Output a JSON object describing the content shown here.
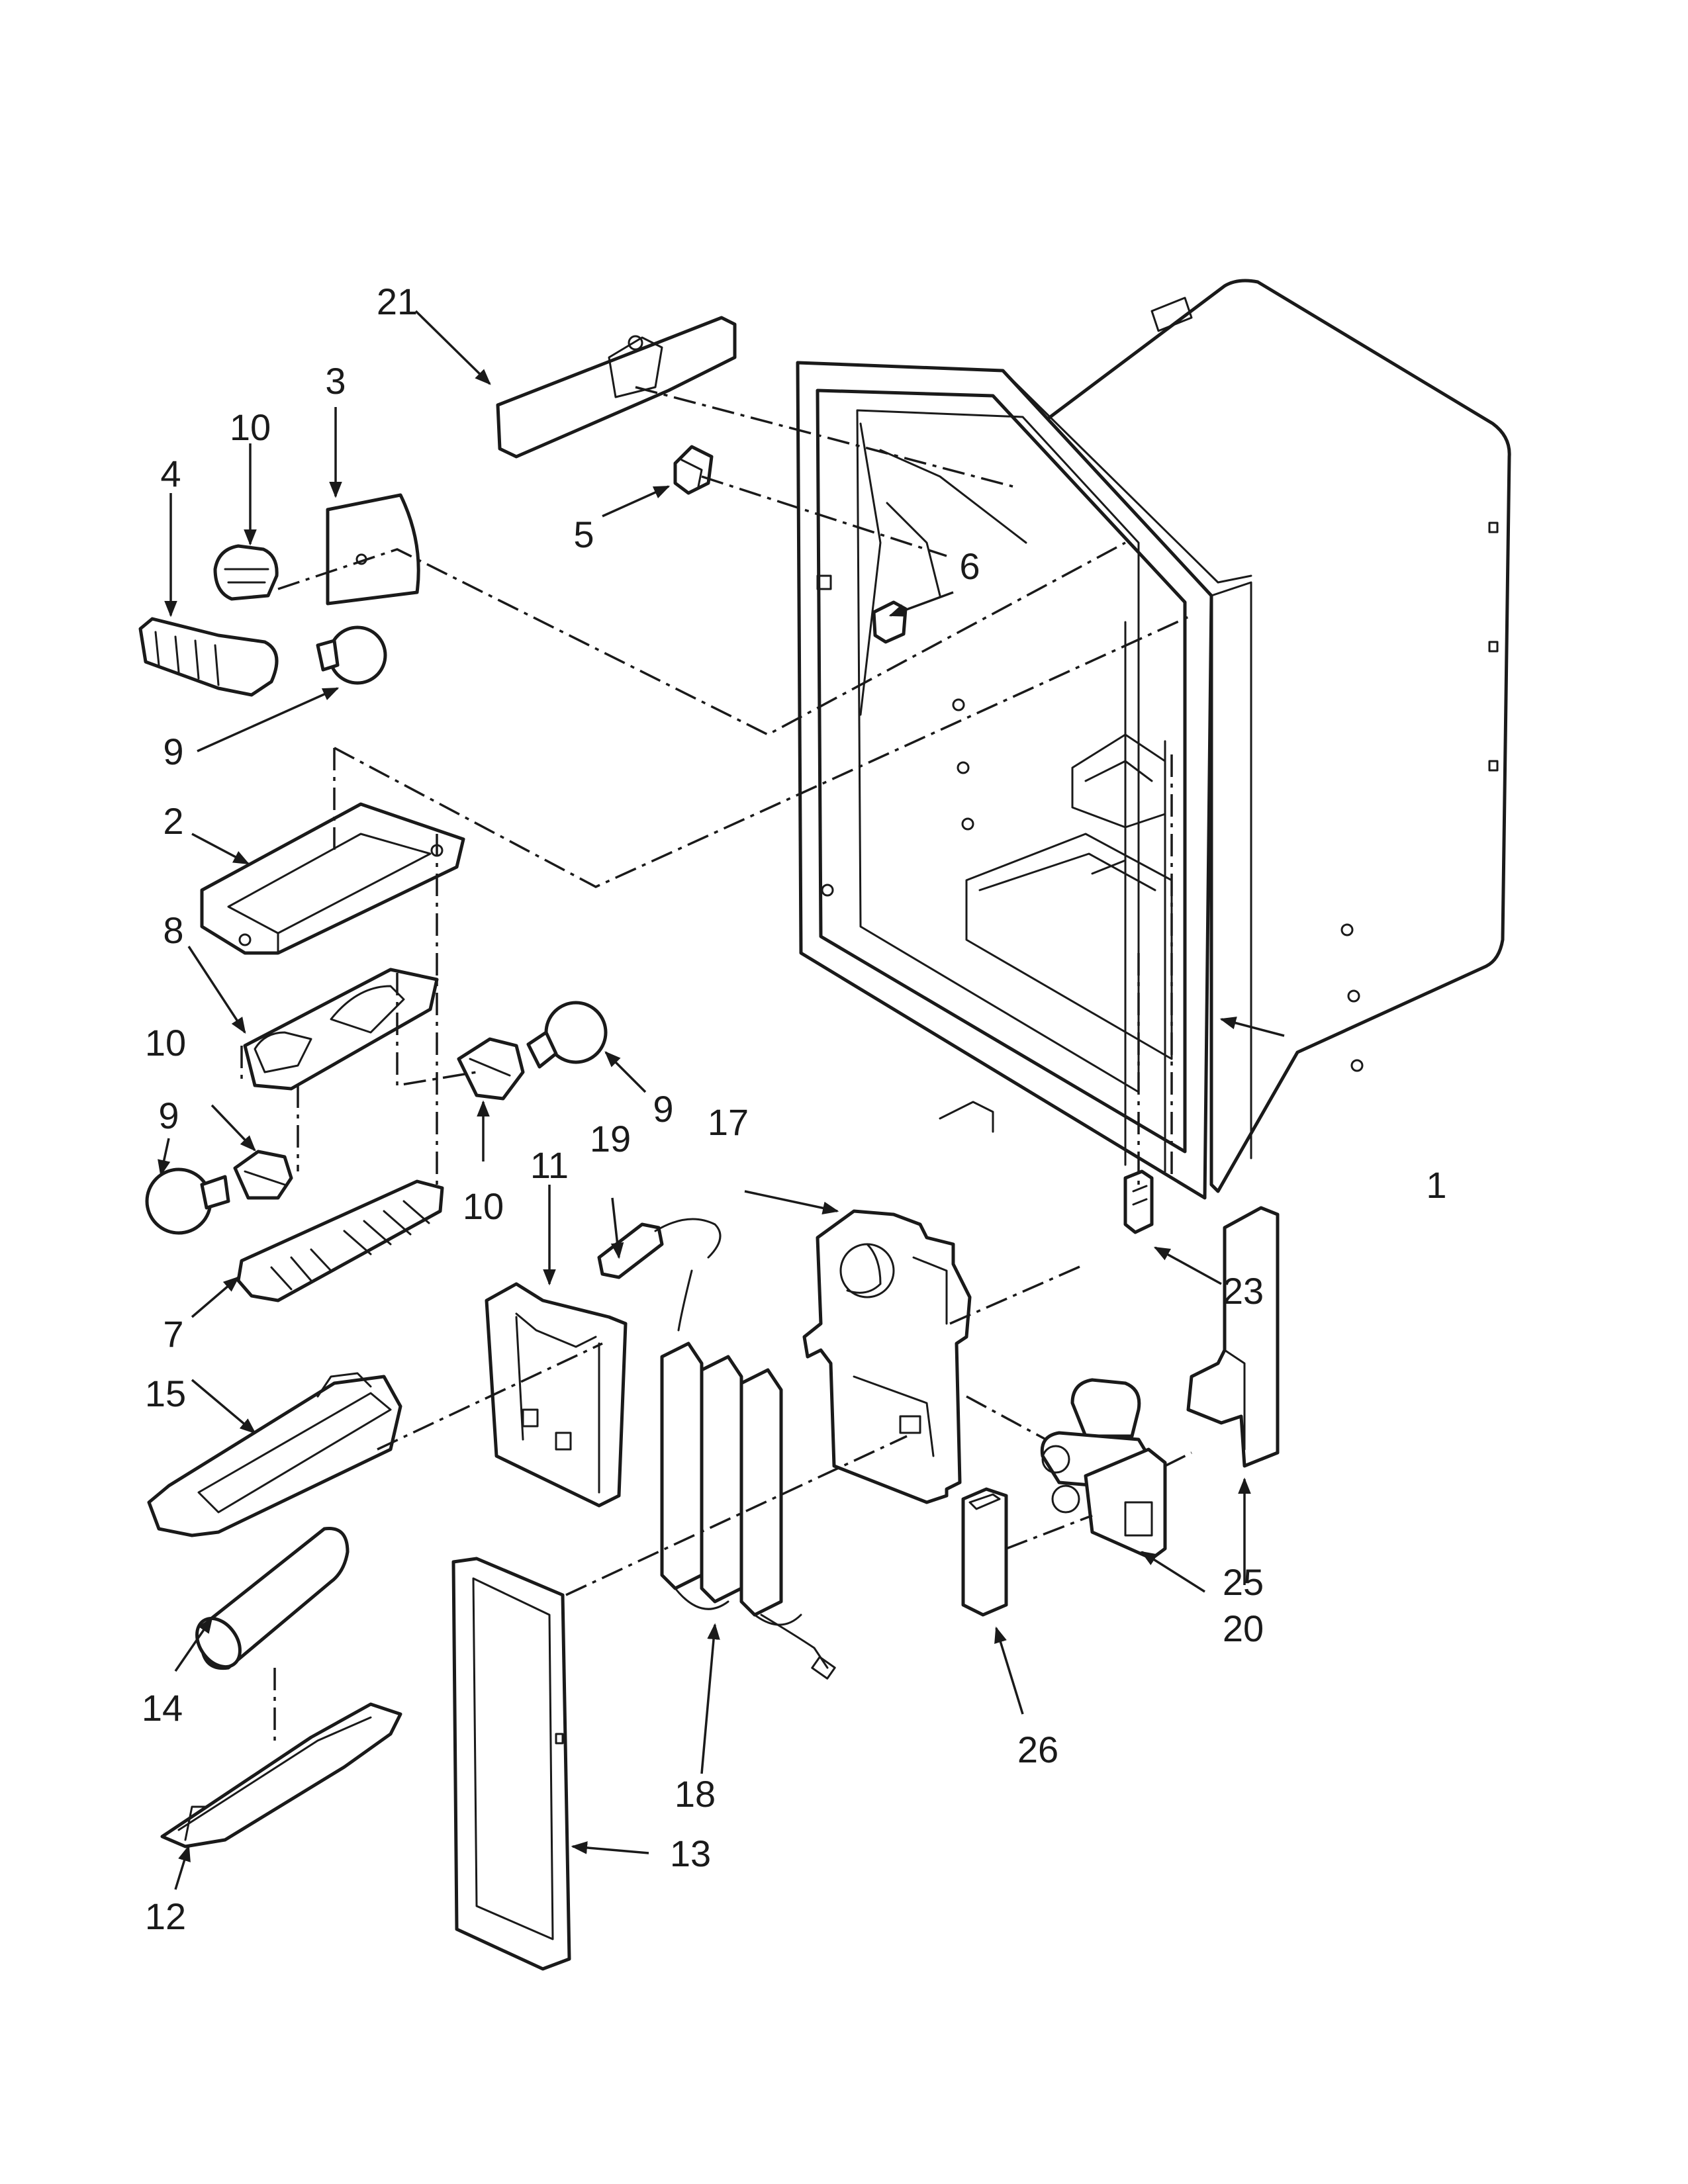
{
  "callouts": [
    {
      "id": "c1",
      "text": "1"
    },
    {
      "id": "c2",
      "text": "2"
    },
    {
      "id": "c3",
      "text": "3"
    },
    {
      "id": "c4",
      "text": "4"
    },
    {
      "id": "c5",
      "text": "5"
    },
    {
      "id": "c6",
      "text": "6"
    },
    {
      "id": "c7",
      "text": "7"
    },
    {
      "id": "c8",
      "text": "8"
    },
    {
      "id": "c9a",
      "text": "9"
    },
    {
      "id": "c9b",
      "text": "9"
    },
    {
      "id": "c9c",
      "text": "9"
    },
    {
      "id": "c10a",
      "text": "10"
    },
    {
      "id": "c10b",
      "text": "10"
    },
    {
      "id": "c10c",
      "text": "10"
    },
    {
      "id": "c11",
      "text": "11"
    },
    {
      "id": "c12",
      "text": "12"
    },
    {
      "id": "c13",
      "text": "13"
    },
    {
      "id": "c14",
      "text": "14"
    },
    {
      "id": "c15",
      "text": "15"
    },
    {
      "id": "c17",
      "text": "17"
    },
    {
      "id": "c18",
      "text": "18"
    },
    {
      "id": "c19",
      "text": "19"
    },
    {
      "id": "c20",
      "text": "20"
    },
    {
      "id": "c21",
      "text": "21"
    },
    {
      "id": "c23",
      "text": "23"
    },
    {
      "id": "c25",
      "text": "25"
    },
    {
      "id": "c26",
      "text": "26"
    }
  ],
  "colors": {
    "ink": "#1a1a1a",
    "paper": "#ffffff"
  }
}
